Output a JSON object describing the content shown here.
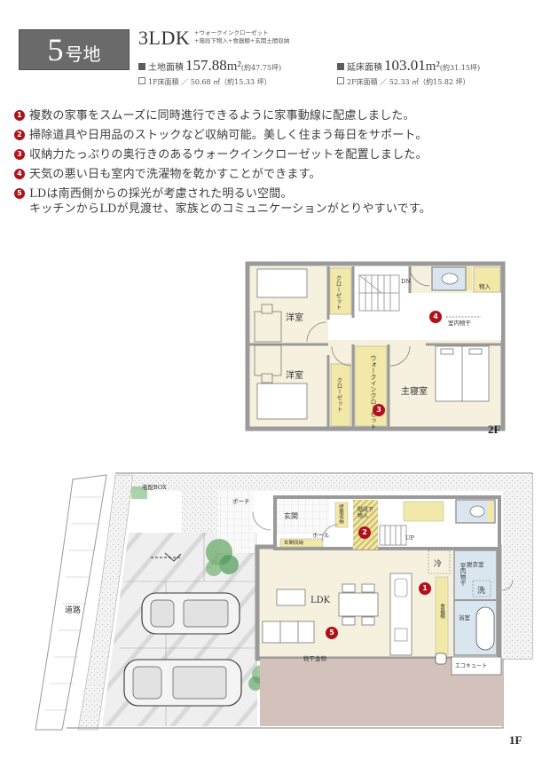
{
  "header": {
    "lot_number": "5",
    "lot_suffix": "号地",
    "plan_type": "3LDK",
    "plan_extras_line1": "+ウォークインクローゼット",
    "plan_extras_line2": "+階段下物入+食器棚+玄関土間収納",
    "land_area": {
      "label": "土地面積",
      "value": "157.88",
      "unit": "m²",
      "tsubo": "(約47.75坪)"
    },
    "total_floor_area": {
      "label": "延床面積",
      "value": "103.01",
      "unit": "m²",
      "tsubo": "(約31.15坪)"
    },
    "floor1_area": {
      "text": "1F床面積 ／ 50.68 ㎡（約15.33 坪）"
    },
    "floor2_area": {
      "text": "2F床面積 ／ 52.33 ㎡（約15.82 坪）"
    }
  },
  "features": [
    {
      "num": "1",
      "text": "複数の家事をスムーズに同時進行できるように家事動線に配慮しました。"
    },
    {
      "num": "2",
      "text": "掃除道具や日用品のストックなど収納可能。美しく住まう毎日をサポート。"
    },
    {
      "num": "3",
      "text": "収納力たっぷりの奥行きのあるウォークインクローゼットを配置しました。"
    },
    {
      "num": "4",
      "text": "天気の悪い日も室内で洗濯物を乾かすことができます。"
    },
    {
      "num": "5",
      "text": "LDは南西側からの採光が考慮された明るい空間。\nキッチンからLDが見渡せ、家族とのコミュニケーションがとりやすいです。"
    }
  ],
  "floor2": {
    "label": "2F",
    "rooms": {
      "western_room_1": "洋室",
      "western_room_2": "洋室",
      "master_bedroom": "主寝室",
      "closet_1": "クローゼット",
      "closet_2": "クローゼット",
      "walk_in_closet": "ウォークインクローゼット",
      "storage": "物入",
      "indoor_drying": "室内物干",
      "stairs_dn": "DN"
    },
    "markers": {
      "wic": "3",
      "drying": "4"
    }
  },
  "floor1": {
    "label": "1F",
    "rooms": {
      "ldk": "LDK",
      "entrance": "玄関",
      "hall": "ホール",
      "porch": "ポーチ",
      "entrance_storage": "玄関収納",
      "shoe_storage": "壁面収納",
      "under_stair_storage": "階段下物入",
      "fridge": "冷",
      "dressing_room": "脱衣室",
      "indoor_drying": "室内物干",
      "washer": "洗",
      "bathroom": "浴室",
      "pantry": "食器棚",
      "up_stairs": "UP",
      "drying_hardware": "物干金物",
      "ecocute": "エコキュート",
      "delivery_box": "宅配BOX",
      "road": "道路"
    },
    "markers": {
      "kitchen": "1",
      "storage": "2",
      "living": "5"
    }
  },
  "colors": {
    "accent_red": "#b0101a",
    "badge_gray": "#6a6a6a",
    "room_cream": "#f6f1de",
    "closet_yellow": "#f2e8a8",
    "wet_blue": "#d9e6ef",
    "wall_gray": "#9a9a9a",
    "deck_taupe": "#d3c2bb",
    "garden_green": "#6aa86a"
  }
}
